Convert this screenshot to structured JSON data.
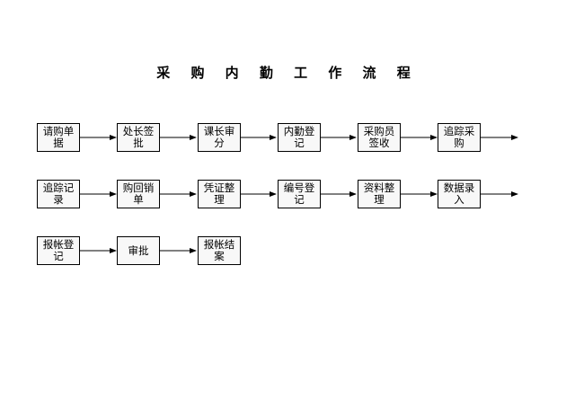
{
  "title": "采 购 内 勤 工 作 流 程",
  "rows": [
    [
      "请购单据",
      "处长签批",
      "课长审分",
      "内勤登记",
      "采购员签收",
      "追踪采购"
    ],
    [
      "追踪记录",
      "购回销单",
      "凭证整理",
      "编号登记",
      "资料整理",
      "数据录入"
    ],
    [
      "报帐登记",
      "审批",
      "报帐结案"
    ]
  ]
}
